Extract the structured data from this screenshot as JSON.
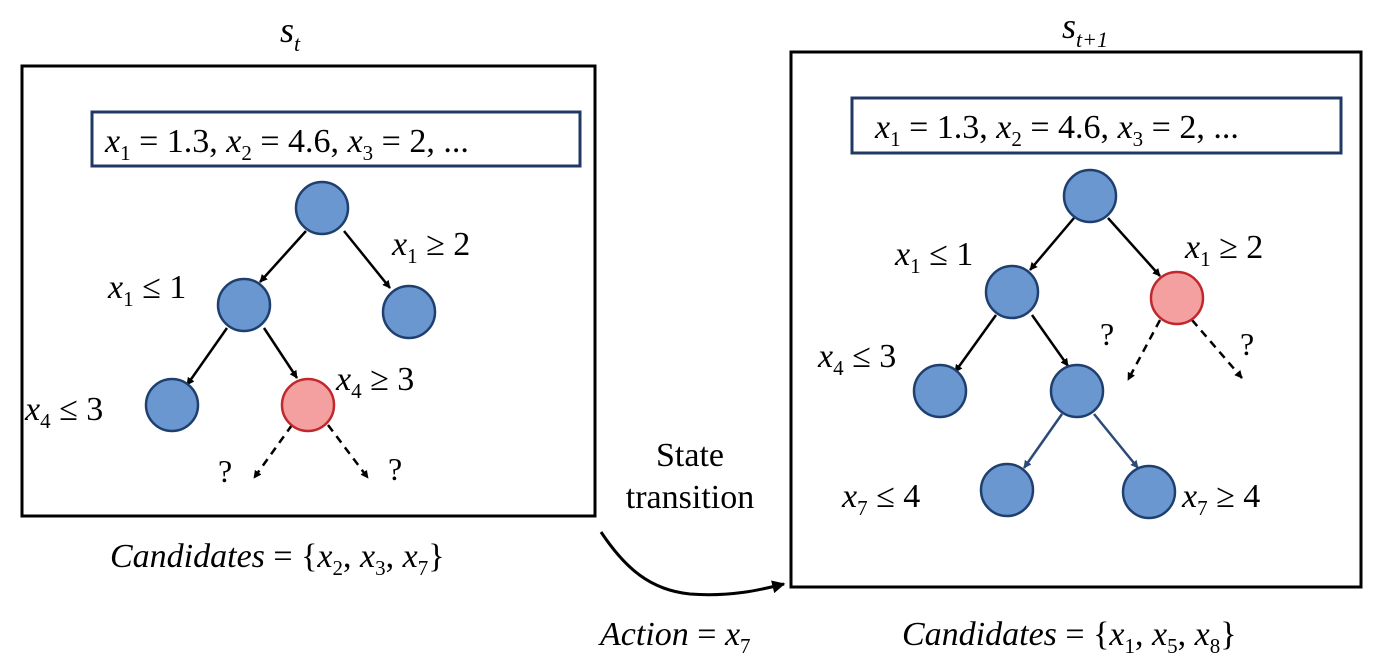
{
  "colors": {
    "node_blue": "#6a97d0",
    "node_blue_stroke": "#1f3f6e",
    "node_red": "#f5a0a0",
    "node_red_stroke": "#c0282d",
    "assign_border": "#1f3864",
    "blue_arrow": "#2c4a78",
    "frame": "#000000"
  },
  "left_panel": {
    "state_sym": "s",
    "state_sub": "t",
    "assignment": {
      "x1_lbl": "x",
      "x1_sub": "1",
      "x1_val": " = 1.3, ",
      "x2_lbl": "x",
      "x2_sub": "2",
      "x2_val": " = 4.6, ",
      "x3_lbl": "x",
      "x3_sub": "3",
      "x3_val": " = 2, ..."
    },
    "conds": {
      "c1": {
        "v": "x",
        "s": "1",
        "op": " ≥ 2"
      },
      "c2": {
        "v": "x",
        "s": "1",
        "op": " ≤ 1"
      },
      "c3": {
        "v": "x",
        "s": "4",
        "op": " ≥ 3"
      },
      "c4": {
        "v": "x",
        "s": "4",
        "op": " ≤ 3"
      }
    },
    "q_left": "?",
    "q_right": "?",
    "candidates": {
      "word": "Candidates",
      "eq": " = {",
      "a": "x",
      "as": "2",
      "sep1": ", ",
      "b": "x",
      "bs": "3",
      "sep2": ", ",
      "c": "x",
      "cs": "7",
      "close": "}"
    }
  },
  "transition": {
    "line1": "State",
    "line2": "transition",
    "action": {
      "word": "Action",
      "eq": " = ",
      "v": "x",
      "s": "7"
    }
  },
  "right_panel": {
    "state_sym": "s",
    "state_sub": "t+1",
    "assignment": {
      "x1_lbl": "x",
      "x1_sub": "1",
      "x1_val": " = 1.3, ",
      "x2_lbl": "x",
      "x2_sub": "2",
      "x2_val": " = 4.6, ",
      "x3_lbl": "x",
      "x3_sub": "3",
      "x3_val": " = 2, ..."
    },
    "conds": {
      "c1": {
        "v": "x",
        "s": "1",
        "op": " ≤ 1"
      },
      "c2": {
        "v": "x",
        "s": "1",
        "op": " ≥ 2"
      },
      "c3": {
        "v": "x",
        "s": "4",
        "op": " ≤ 3"
      },
      "c4": {
        "v": "x",
        "s": "7",
        "op": " ≤ 4"
      },
      "c5": {
        "v": "x",
        "s": "7",
        "op": " ≥ 4"
      }
    },
    "q_left": "?",
    "q_right": "?",
    "candidates": {
      "word": "Candidates",
      "eq": " = {",
      "a": "x",
      "as": "1",
      "sep1": ", ",
      "b": "x",
      "bs": "5",
      "sep2": ", ",
      "c": "x",
      "cs": "8",
      "close": "}"
    }
  }
}
